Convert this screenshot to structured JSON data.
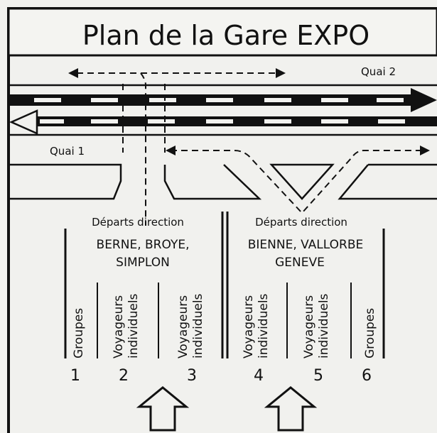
{
  "title": "Plan de la Gare EXPO",
  "platforms": {
    "quai_2": "Quai 2",
    "quai_1": "Quai 1"
  },
  "departures": [
    {
      "heading": "Départs direction",
      "cities": [
        "BERNE, BROYE,",
        "SIMPLON"
      ]
    },
    {
      "heading": "Départs direction",
      "cities": [
        "BIENNE, VALLORBE",
        "GENEVE"
      ]
    }
  ],
  "zones": [
    {
      "number": "1",
      "lines": [
        "Groupes"
      ]
    },
    {
      "number": "2",
      "lines": [
        "Voyageurs",
        "individuels"
      ]
    },
    {
      "number": "3",
      "lines": [
        "Voyageurs",
        "individuels"
      ]
    },
    {
      "number": "4",
      "lines": [
        "Voyageurs",
        "individuels"
      ]
    },
    {
      "number": "5",
      "lines": [
        "Voyageurs",
        "individuels"
      ]
    },
    {
      "number": "6",
      "lines": [
        "Groupes"
      ]
    }
  ],
  "icons": {
    "track_arrow_right": "arrow-right-icon",
    "track_arrow_left": "arrow-left-icon",
    "entrance_arrow": "arrow-up-outline-icon"
  }
}
